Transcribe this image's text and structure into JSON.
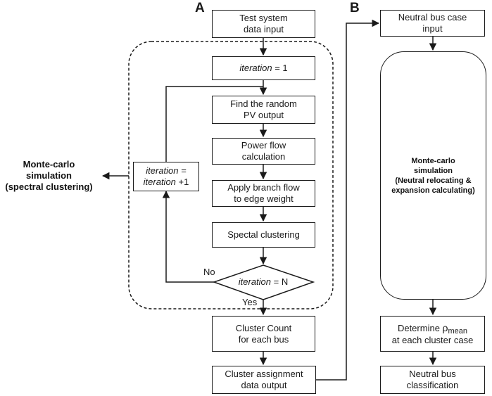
{
  "panels": {
    "a": "A",
    "b": "B"
  },
  "left_label": {
    "line1": "Monte-carlo",
    "line2": "simulation",
    "line3": "(spectral clustering)"
  },
  "panel_a": {
    "input": {
      "line1": "Test system",
      "line2": "data input"
    },
    "init": {
      "var": "iteration",
      "rest": " = 1"
    },
    "random_pv": {
      "line1": "Find the random",
      "line2": "PV output"
    },
    "power_flow": {
      "line1": "Power flow",
      "line2": "calculation"
    },
    "branch_flow": {
      "line1": "Apply branch flow",
      "line2": "to edge weight"
    },
    "spectral": {
      "line1": "Spectal clustering"
    },
    "increment": {
      "line1": "iteration =",
      "line2_var": "iteration",
      "line2_rest": " +1"
    },
    "decision": {
      "var": "iteration",
      "rest": " = N"
    },
    "no_label": "No",
    "yes_label": "Yes",
    "cluster_count": {
      "line1": "Cluster Count",
      "line2": "for each bus"
    },
    "assignment": {
      "line1": "Cluster assignment",
      "line2": "data output"
    }
  },
  "panel_b": {
    "input": {
      "line1": "Neutral bus case",
      "line2": "input"
    },
    "mc": {
      "line1": "Monte-carlo",
      "line2": "simulation",
      "line3": "(Neutral relocating &",
      "line4": "expansion calculating)"
    },
    "determine": {
      "line1_pre": "Determine ",
      "line1_rho": "ρ",
      "line1_sub": "mean",
      "line2": "at each cluster case"
    },
    "classification": {
      "line1": "Neutral bus",
      "line2": "classification"
    }
  }
}
